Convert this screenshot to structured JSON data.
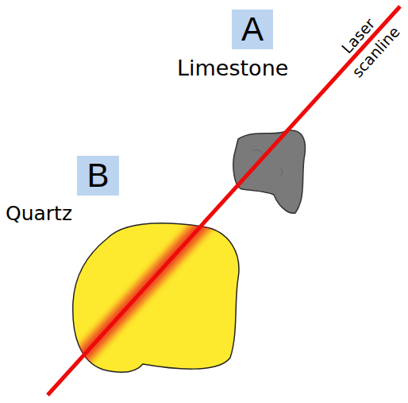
{
  "diagram": {
    "nodes": [
      {
        "text": [
          "A"
        ]
      },
      {
        "text": [
          "B"
        ]
      }
    ],
    "labels": [
      "Limestone",
      "Quartz",
      "Laser scanline"
    ]
  }
}
